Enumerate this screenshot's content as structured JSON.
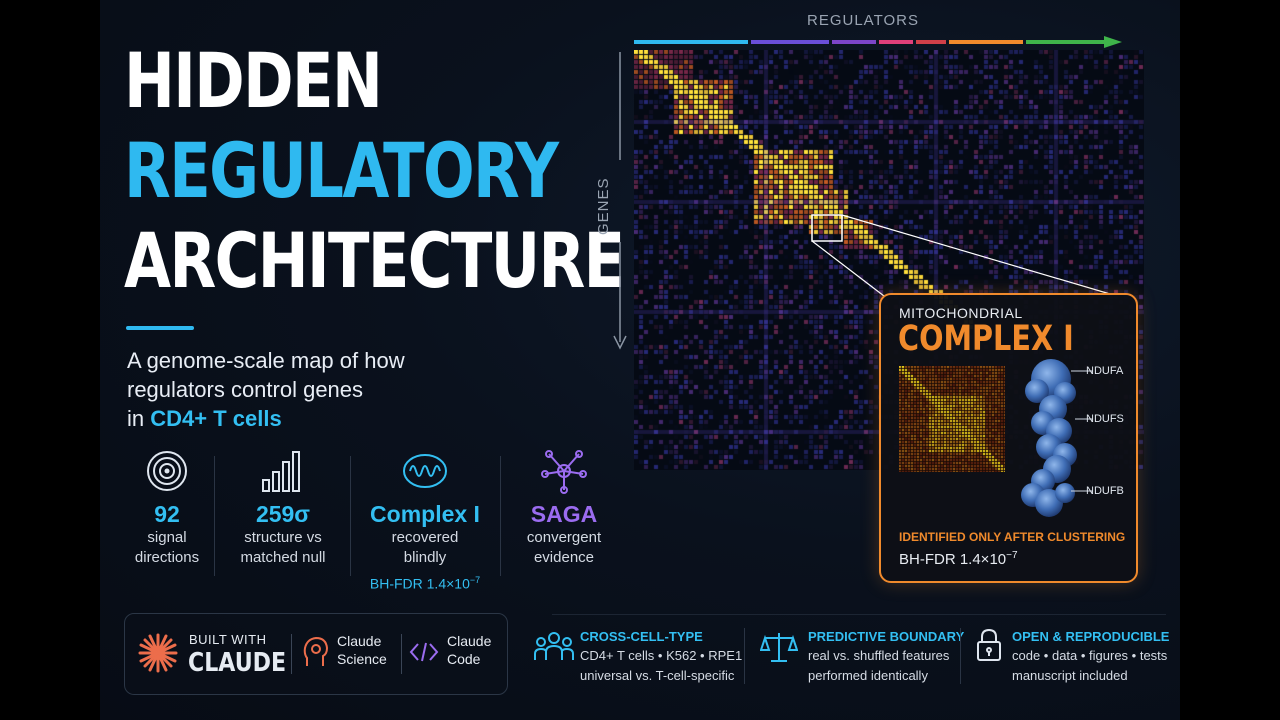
{
  "title": {
    "line1": "HIDDEN",
    "line2": "REGULATORY",
    "line3": "ARCHITECTURE"
  },
  "subtitle": {
    "line1": "A genome-scale map of how",
    "line2": "regulators control genes",
    "prefix": "in ",
    "highlight": "CD4+ T cells"
  },
  "stats": [
    {
      "icon": "signal-rings-icon",
      "value": "92",
      "desc": "signal\ndirections",
      "color": "#33bff2"
    },
    {
      "icon": "bar-chart-icon",
      "value": "259σ",
      "desc": "structure vs\nmatched null",
      "color": "#33bff2"
    },
    {
      "icon": "mitochondrion-icon",
      "value": "Complex I",
      "desc": "recovered\nblindly",
      "extra_base": "BH-FDR 1.4×10",
      "extra_exp": "−7",
      "color": "#33bff2"
    },
    {
      "icon": "network-node-icon",
      "value": "SAGA",
      "desc": "convergent\nevidence",
      "color": "#9b6cf0"
    }
  ],
  "built_with": {
    "label_top": "BUILT WITH",
    "label_main": "CLAUDE",
    "science": [
      "Claude",
      "Science"
    ],
    "code": [
      "Claude",
      "Code"
    ]
  },
  "features": [
    {
      "icon": "people-icon",
      "title": "CROSS-CELL-TYPE",
      "line1": "CD4+ T cells • K562 • RPE1",
      "line2": "universal vs. T-cell-specific"
    },
    {
      "icon": "balance-scale-icon",
      "title": "PREDICTIVE BOUNDARY",
      "line1": "real vs. shuffled features",
      "line2": "performed identically"
    },
    {
      "icon": "lock-icon",
      "title": "OPEN & REPRODUCIBLE",
      "line1": "code • data • figures • tests",
      "line2": "manuscript included"
    }
  ],
  "heatmap": {
    "x_label": "REGULATORS",
    "y_label": "GENES"
  },
  "callout": {
    "label_small": "MITOCHONDRIAL",
    "label_big": "COMPLEX I",
    "subunits": [
      "NDUFA",
      "NDUFS",
      "NDUFB"
    ],
    "note": "IDENTIFIED ONLY AFTER CLUSTERING",
    "stat_base": "BH-FDR 1.4×10",
    "stat_exp": "−7"
  },
  "colors": {
    "accent_blue": "#33bff2",
    "accent_orange": "#f08a2c",
    "accent_purple": "#9b6cf0",
    "background": "#0a111d"
  }
}
